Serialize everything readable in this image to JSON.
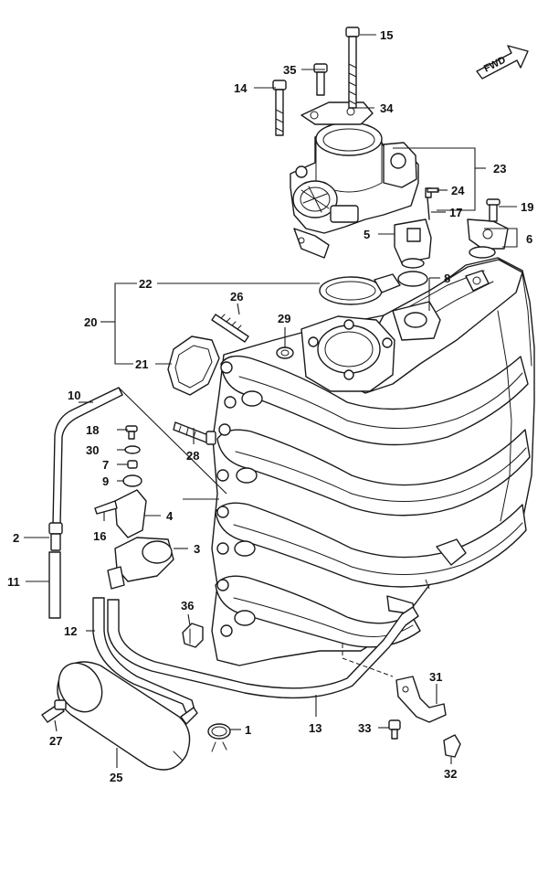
{
  "diagram": {
    "direction_label": "FWD",
    "callouts": [
      {
        "id": "c1",
        "label": "1"
      },
      {
        "id": "c2",
        "label": "2"
      },
      {
        "id": "c3",
        "label": "3"
      },
      {
        "id": "c4",
        "label": "4"
      },
      {
        "id": "c5",
        "label": "5"
      },
      {
        "id": "c6",
        "label": "6"
      },
      {
        "id": "c7",
        "label": "7"
      },
      {
        "id": "c8",
        "label": "8"
      },
      {
        "id": "c9",
        "label": "9"
      },
      {
        "id": "c10",
        "label": "10"
      },
      {
        "id": "c11",
        "label": "11"
      },
      {
        "id": "c12",
        "label": "12"
      },
      {
        "id": "c13",
        "label": "13"
      },
      {
        "id": "c14",
        "label": "14"
      },
      {
        "id": "c15",
        "label": "15"
      },
      {
        "id": "c16",
        "label": "16"
      },
      {
        "id": "c17",
        "label": "17"
      },
      {
        "id": "c18",
        "label": "18"
      },
      {
        "id": "c19",
        "label": "19"
      },
      {
        "id": "c20",
        "label": "20"
      },
      {
        "id": "c21",
        "label": "21"
      },
      {
        "id": "c22",
        "label": "22"
      },
      {
        "id": "c23",
        "label": "23"
      },
      {
        "id": "c24",
        "label": "24"
      },
      {
        "id": "c25",
        "label": "25"
      },
      {
        "id": "c26",
        "label": "26"
      },
      {
        "id": "c27",
        "label": "27"
      },
      {
        "id": "c28",
        "label": "28"
      },
      {
        "id": "c29",
        "label": "29"
      },
      {
        "id": "c30",
        "label": "30"
      },
      {
        "id": "c31",
        "label": "31"
      },
      {
        "id": "c32",
        "label": "32"
      },
      {
        "id": "c33",
        "label": "33"
      },
      {
        "id": "c34",
        "label": "34"
      },
      {
        "id": "c35",
        "label": "35"
      },
      {
        "id": "c36",
        "label": "36"
      }
    ]
  }
}
